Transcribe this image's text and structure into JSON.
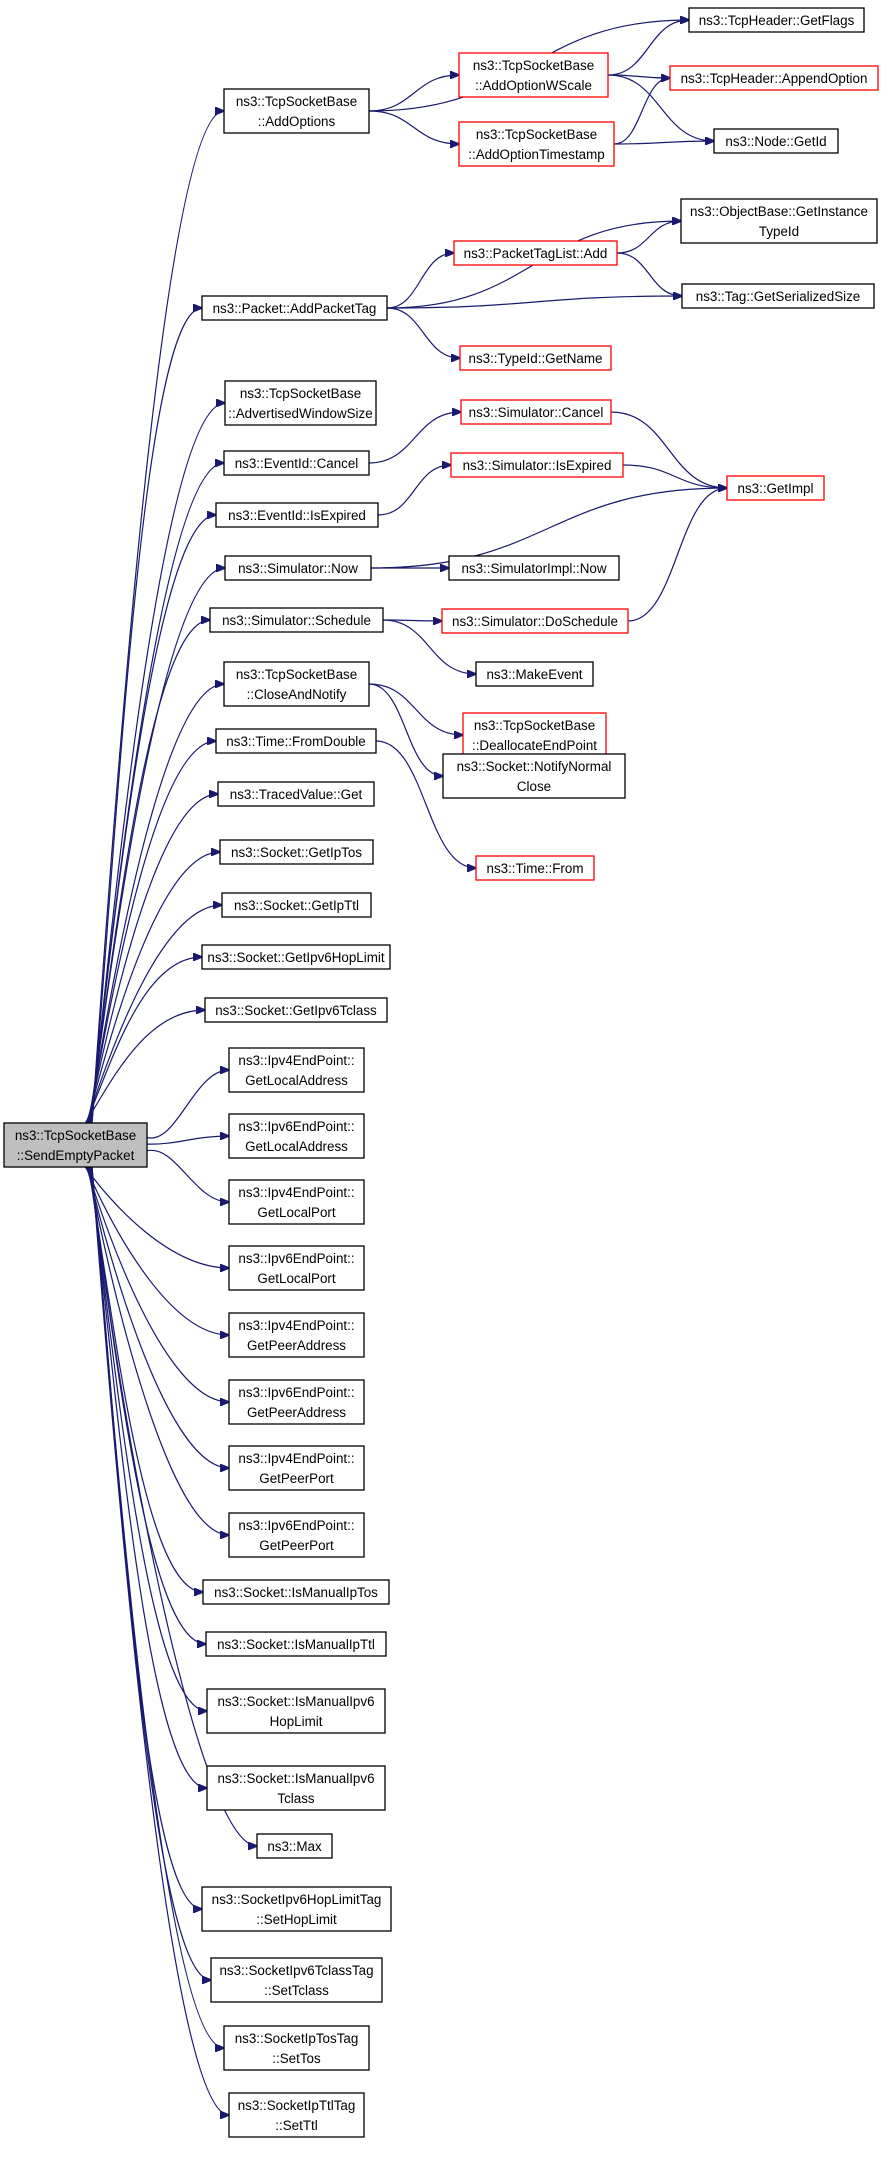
{
  "colors": {
    "edge": "#191970",
    "arrow": "#191970",
    "node_border_default": "#000000",
    "node_border_truncated": "#ff0000",
    "root_fill": "#bfbfbf",
    "node_fill": "#ffffff"
  },
  "graph": {
    "root": "root",
    "nodes": [
      {
        "id": "root",
        "lines": [
          "ns3::TcpSocketBase",
          "::SendEmptyPacket"
        ],
        "style": "root"
      },
      {
        "id": "addOptions",
        "lines": [
          "ns3::TcpSocketBase",
          "::AddOptions"
        ],
        "style": "normal"
      },
      {
        "id": "addOptionWScale",
        "lines": [
          "ns3::TcpSocketBase",
          "::AddOptionWScale"
        ],
        "style": "truncated"
      },
      {
        "id": "addOptionTimestamp",
        "lines": [
          "ns3::TcpSocketBase",
          "::AddOptionTimestamp"
        ],
        "style": "truncated"
      },
      {
        "id": "tcpHeaderGetFlags",
        "lines": [
          "ns3::TcpHeader::GetFlags"
        ],
        "style": "normal"
      },
      {
        "id": "tcpHeaderAppendOption",
        "lines": [
          "ns3::TcpHeader::AppendOption"
        ],
        "style": "truncated"
      },
      {
        "id": "nodeGetId",
        "lines": [
          "ns3::Node::GetId"
        ],
        "style": "normal"
      },
      {
        "id": "packetAddPacketTag",
        "lines": [
          "ns3::Packet::AddPacketTag"
        ],
        "style": "normal"
      },
      {
        "id": "packetTagListAdd",
        "lines": [
          "ns3::PacketTagList::Add"
        ],
        "style": "truncated"
      },
      {
        "id": "typeIdGetName",
        "lines": [
          "ns3::TypeId::GetName"
        ],
        "style": "truncated"
      },
      {
        "id": "objectBaseGetInstanceTypeId",
        "lines": [
          "ns3::ObjectBase::GetInstance",
          "TypeId"
        ],
        "style": "normal"
      },
      {
        "id": "tagGetSerializedSize",
        "lines": [
          "ns3::Tag::GetSerializedSize"
        ],
        "style": "normal"
      },
      {
        "id": "advertisedWindowSize",
        "lines": [
          "ns3::TcpSocketBase",
          "::AdvertisedWindowSize"
        ],
        "style": "normal"
      },
      {
        "id": "eventIdCancel",
        "lines": [
          "ns3::EventId::Cancel"
        ],
        "style": "normal"
      },
      {
        "id": "eventIdIsExpired",
        "lines": [
          "ns3::EventId::IsExpired"
        ],
        "style": "normal"
      },
      {
        "id": "simulatorCancel",
        "lines": [
          "ns3::Simulator::Cancel"
        ],
        "style": "truncated"
      },
      {
        "id": "simulatorIsExpired",
        "lines": [
          "ns3::Simulator::IsExpired"
        ],
        "style": "truncated"
      },
      {
        "id": "getImpl",
        "lines": [
          "ns3::GetImpl"
        ],
        "style": "truncated"
      },
      {
        "id": "simulatorNow",
        "lines": [
          "ns3::Simulator::Now"
        ],
        "style": "normal"
      },
      {
        "id": "simulatorImplNow",
        "lines": [
          "ns3::SimulatorImpl::Now"
        ],
        "style": "normal"
      },
      {
        "id": "simulatorSchedule",
        "lines": [
          "ns3::Simulator::Schedule"
        ],
        "style": "normal"
      },
      {
        "id": "simulatorDoSchedule",
        "lines": [
          "ns3::Simulator::DoSchedule"
        ],
        "style": "truncated"
      },
      {
        "id": "makeEvent",
        "lines": [
          "ns3::MakeEvent"
        ],
        "style": "normal"
      },
      {
        "id": "closeAndNotify",
        "lines": [
          "ns3::TcpSocketBase",
          "::CloseAndNotify"
        ],
        "style": "normal"
      },
      {
        "id": "deallocateEndPoint",
        "lines": [
          "ns3::TcpSocketBase",
          "::DeallocateEndPoint"
        ],
        "style": "truncated"
      },
      {
        "id": "socketNotifyNormalClose",
        "lines": [
          "ns3::Socket::NotifyNormal",
          "Close"
        ],
        "style": "normal"
      },
      {
        "id": "timeFromDouble",
        "lines": [
          "ns3::Time::FromDouble"
        ],
        "style": "normal"
      },
      {
        "id": "timeFrom",
        "lines": [
          "ns3::Time::From"
        ],
        "style": "truncated"
      },
      {
        "id": "tracedValueGet",
        "lines": [
          "ns3::TracedValue::Get"
        ],
        "style": "normal"
      },
      {
        "id": "socketGetIpTos",
        "lines": [
          "ns3::Socket::GetIpTos"
        ],
        "style": "normal"
      },
      {
        "id": "socketGetIpTtl",
        "lines": [
          "ns3::Socket::GetIpTtl"
        ],
        "style": "normal"
      },
      {
        "id": "socketGetIpv6HopLimit",
        "lines": [
          "ns3::Socket::GetIpv6HopLimit"
        ],
        "style": "normal"
      },
      {
        "id": "socketGetIpv6Tclass",
        "lines": [
          "ns3::Socket::GetIpv6Tclass"
        ],
        "style": "normal"
      },
      {
        "id": "ipv4GetLocalAddress",
        "lines": [
          "ns3::Ipv4EndPoint::",
          "GetLocalAddress"
        ],
        "style": "normal"
      },
      {
        "id": "ipv6GetLocalAddress",
        "lines": [
          "ns3::Ipv6EndPoint::",
          "GetLocalAddress"
        ],
        "style": "normal"
      },
      {
        "id": "ipv4GetLocalPort",
        "lines": [
          "ns3::Ipv4EndPoint::",
          "GetLocalPort"
        ],
        "style": "normal"
      },
      {
        "id": "ipv6GetLocalPort",
        "lines": [
          "ns3::Ipv6EndPoint::",
          "GetLocalPort"
        ],
        "style": "normal"
      },
      {
        "id": "ipv4GetPeerAddress",
        "lines": [
          "ns3::Ipv4EndPoint::",
          "GetPeerAddress"
        ],
        "style": "normal"
      },
      {
        "id": "ipv6GetPeerAddress",
        "lines": [
          "ns3::Ipv6EndPoint::",
          "GetPeerAddress"
        ],
        "style": "normal"
      },
      {
        "id": "ipv4GetPeerPort",
        "lines": [
          "ns3::Ipv4EndPoint::",
          "GetPeerPort"
        ],
        "style": "normal"
      },
      {
        "id": "ipv6GetPeerPort",
        "lines": [
          "ns3::Ipv6EndPoint::",
          "GetPeerPort"
        ],
        "style": "normal"
      },
      {
        "id": "socketIsManualIpTos",
        "lines": [
          "ns3::Socket::IsManualIpTos"
        ],
        "style": "normal"
      },
      {
        "id": "socketIsManualIpTtl",
        "lines": [
          "ns3::Socket::IsManualIpTtl"
        ],
        "style": "normal"
      },
      {
        "id": "socketIsManualIpv6HopLimit",
        "lines": [
          "ns3::Socket::IsManualIpv6",
          "HopLimit"
        ],
        "style": "normal"
      },
      {
        "id": "socketIsManualIpv6Tclass",
        "lines": [
          "ns3::Socket::IsManualIpv6",
          "Tclass"
        ],
        "style": "normal"
      },
      {
        "id": "max",
        "lines": [
          "ns3::Max"
        ],
        "style": "normal"
      },
      {
        "id": "hopLimitTagSetHopLimit",
        "lines": [
          "ns3::SocketIpv6HopLimitTag",
          "::SetHopLimit"
        ],
        "style": "normal"
      },
      {
        "id": "tclassTagSetTclass",
        "lines": [
          "ns3::SocketIpv6TclassTag",
          "::SetTclass"
        ],
        "style": "normal"
      },
      {
        "id": "ipTosTagSetTos",
        "lines": [
          "ns3::SocketIpTosTag",
          "::SetTos"
        ],
        "style": "normal"
      },
      {
        "id": "ipTtlTagSetTtl",
        "lines": [
          "ns3::SocketIpTtlTag",
          "::SetTtl"
        ],
        "style": "normal"
      }
    ],
    "edges": [
      {
        "from": "root",
        "to": "addOptions"
      },
      {
        "from": "root",
        "to": "packetAddPacketTag"
      },
      {
        "from": "root",
        "to": "advertisedWindowSize"
      },
      {
        "from": "root",
        "to": "eventIdCancel"
      },
      {
        "from": "root",
        "to": "eventIdIsExpired"
      },
      {
        "from": "root",
        "to": "simulatorNow"
      },
      {
        "from": "root",
        "to": "simulatorSchedule"
      },
      {
        "from": "root",
        "to": "closeAndNotify"
      },
      {
        "from": "root",
        "to": "timeFromDouble"
      },
      {
        "from": "root",
        "to": "tracedValueGet"
      },
      {
        "from": "root",
        "to": "socketGetIpTos"
      },
      {
        "from": "root",
        "to": "socketGetIpTtl"
      },
      {
        "from": "root",
        "to": "socketGetIpv6HopLimit"
      },
      {
        "from": "root",
        "to": "socketGetIpv6Tclass"
      },
      {
        "from": "root",
        "to": "ipv4GetLocalAddress"
      },
      {
        "from": "root",
        "to": "ipv6GetLocalAddress"
      },
      {
        "from": "root",
        "to": "ipv4GetLocalPort"
      },
      {
        "from": "root",
        "to": "ipv6GetLocalPort"
      },
      {
        "from": "root",
        "to": "ipv4GetPeerAddress"
      },
      {
        "from": "root",
        "to": "ipv6GetPeerAddress"
      },
      {
        "from": "root",
        "to": "ipv4GetPeerPort"
      },
      {
        "from": "root",
        "to": "ipv6GetPeerPort"
      },
      {
        "from": "root",
        "to": "socketIsManualIpTos"
      },
      {
        "from": "root",
        "to": "socketIsManualIpTtl"
      },
      {
        "from": "root",
        "to": "socketIsManualIpv6HopLimit"
      },
      {
        "from": "root",
        "to": "socketIsManualIpv6Tclass"
      },
      {
        "from": "root",
        "to": "max"
      },
      {
        "from": "root",
        "to": "hopLimitTagSetHopLimit"
      },
      {
        "from": "root",
        "to": "tclassTagSetTclass"
      },
      {
        "from": "root",
        "to": "ipTosTagSetTos"
      },
      {
        "from": "root",
        "to": "ipTtlTagSetTtl"
      },
      {
        "from": "addOptions",
        "to": "tcpHeaderGetFlags"
      },
      {
        "from": "addOptions",
        "to": "addOptionWScale"
      },
      {
        "from": "addOptions",
        "to": "addOptionTimestamp"
      },
      {
        "from": "addOptionWScale",
        "to": "tcpHeaderGetFlags"
      },
      {
        "from": "addOptionWScale",
        "to": "tcpHeaderAppendOption"
      },
      {
        "from": "addOptionWScale",
        "to": "nodeGetId"
      },
      {
        "from": "addOptionTimestamp",
        "to": "tcpHeaderAppendOption"
      },
      {
        "from": "addOptionTimestamp",
        "to": "nodeGetId"
      },
      {
        "from": "packetAddPacketTag",
        "to": "objectBaseGetInstanceTypeId"
      },
      {
        "from": "packetAddPacketTag",
        "to": "packetTagListAdd"
      },
      {
        "from": "packetAddPacketTag",
        "to": "tagGetSerializedSize"
      },
      {
        "from": "packetAddPacketTag",
        "to": "typeIdGetName"
      },
      {
        "from": "packetTagListAdd",
        "to": "objectBaseGetInstanceTypeId"
      },
      {
        "from": "packetTagListAdd",
        "to": "tagGetSerializedSize"
      },
      {
        "from": "eventIdCancel",
        "to": "simulatorCancel"
      },
      {
        "from": "eventIdIsExpired",
        "to": "simulatorIsExpired"
      },
      {
        "from": "simulatorCancel",
        "to": "getImpl"
      },
      {
        "from": "simulatorIsExpired",
        "to": "getImpl"
      },
      {
        "from": "simulatorNow",
        "to": "getImpl"
      },
      {
        "from": "simulatorNow",
        "to": "simulatorImplNow"
      },
      {
        "from": "simulatorSchedule",
        "to": "simulatorDoSchedule"
      },
      {
        "from": "simulatorSchedule",
        "to": "makeEvent"
      },
      {
        "from": "simulatorDoSchedule",
        "to": "getImpl"
      },
      {
        "from": "closeAndNotify",
        "to": "deallocateEndPoint"
      },
      {
        "from": "closeAndNotify",
        "to": "socketNotifyNormalClose"
      },
      {
        "from": "timeFromDouble",
        "to": "timeFrom"
      }
    ]
  }
}
